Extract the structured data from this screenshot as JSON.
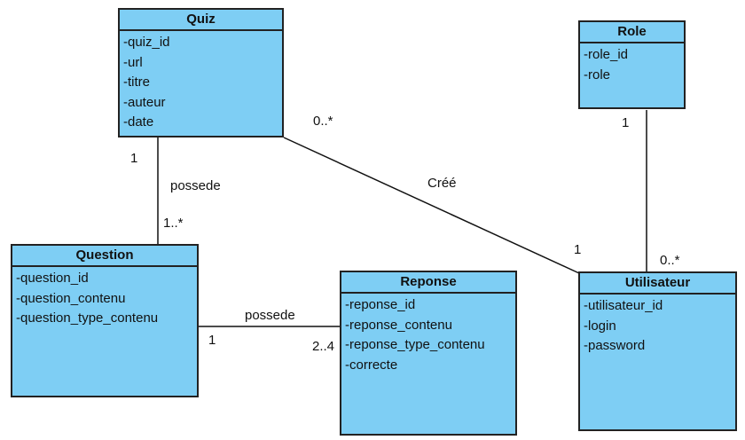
{
  "classes": {
    "quiz": {
      "name": "Quiz",
      "attributes": [
        "-quiz_id",
        "-url",
        "-titre",
        "-auteur",
        "-date"
      ]
    },
    "role": {
      "name": "Role",
      "attributes": [
        "-role_id",
        "-role"
      ]
    },
    "question": {
      "name": "Question",
      "attributes": [
        "-question_id",
        "-question_contenu",
        "-question_type_contenu"
      ]
    },
    "reponse": {
      "name": "Reponse",
      "attributes": [
        "-reponse_id",
        "-reponse_contenu",
        "-reponse_type_contenu",
        "-correcte"
      ]
    },
    "utilisateur": {
      "name": "Utilisateur",
      "attributes": [
        "-utilisateur_id",
        "-login",
        "-password"
      ]
    }
  },
  "associations": {
    "quiz_question": {
      "name": "possede",
      "quiz_end": "1",
      "question_end": "1..*"
    },
    "question_reponse": {
      "name": "possede",
      "question_end": "1",
      "reponse_end": "2..4"
    },
    "quiz_utilisateur": {
      "name": "Créé",
      "quiz_end": "0..*",
      "utilisateur_end": "1"
    },
    "role_utilisateur": {
      "role_end": "1",
      "utilisateur_end": "0..*"
    }
  }
}
